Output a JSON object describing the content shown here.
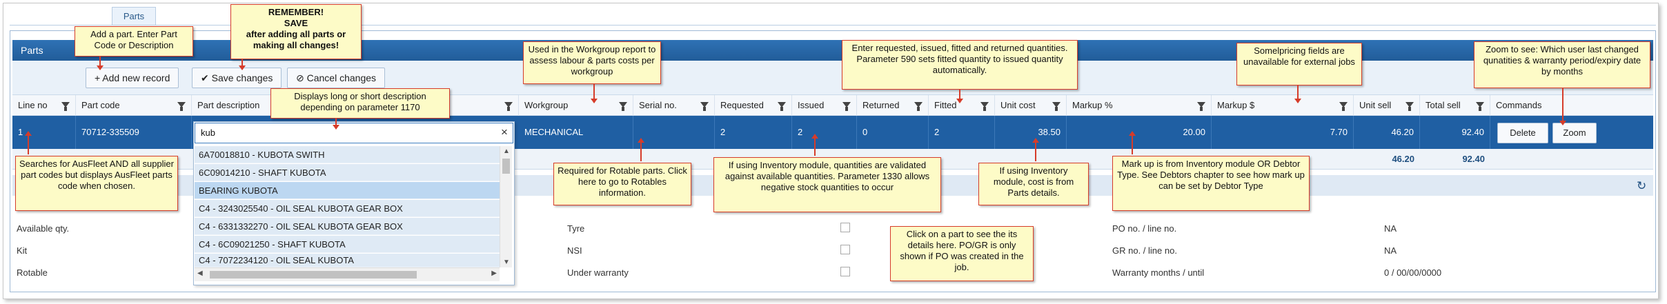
{
  "tab": {
    "parts": "Parts"
  },
  "panel": {
    "title": "Parts"
  },
  "toolbar": {
    "add": "Add new record",
    "save": "Save changes",
    "cancel": "Cancel changes"
  },
  "columns": [
    "Line no",
    "Part code",
    "Part description",
    "Workgroup",
    "Serial no.",
    "Requested",
    "Issued",
    "Returned",
    "Fitted",
    "Unit cost",
    "Markup %",
    "Markup $",
    "Unit sell",
    "Total sell",
    "Commands"
  ],
  "row": {
    "line_no": "1",
    "part_code": "70712-335509",
    "desc_input": "kub",
    "workgroup": "MECHANICAL",
    "serial_no": "",
    "requested": "2",
    "issued": "2",
    "returned": "0",
    "fitted": "2",
    "unit_cost": "38.50",
    "markup_pct": "20.00",
    "markup_amt": "7.70",
    "unit_sell": "46.20",
    "total_sell": "92.40",
    "delete_label": "Delete",
    "zoom_label": "Zoom"
  },
  "totals": {
    "unit_sell": "46.20",
    "total_sell": "92.40"
  },
  "dropdown": {
    "clear": "×",
    "items": [
      "6A70018810 - KUBOTA SWITH",
      "6C09014210 - SHAFT KUBOTA",
      "BEARING KUBOTA",
      "C4 - 3243025540 - OIL SEAL KUBOTA GEAR BOX",
      "C4 - 6331332270 - OIL SEAL KUBOTA GEAR BOX",
      "C4 - 6C09021250 - SHAFT KUBOTA",
      "C4 - 7072234120 - OIL SEAL KUBOTA"
    ],
    "selected_index": 2
  },
  "details": {
    "title": "Line details",
    "left": [
      "Available qty.",
      "Kit",
      "Rotable"
    ],
    "mid": [
      "Tyre",
      "NSI",
      "Under warranty"
    ],
    "right_labels": [
      "PO no. / line no.",
      "GR no. / line no.",
      "Warranty months / until"
    ],
    "right_values": [
      "NA",
      "NA",
      "0 / 00/00/0000"
    ]
  },
  "notes": {
    "add": "Add a part. Enter Part Code or Description",
    "remember_title": "REMEMBER!",
    "remember_save": "SAVE",
    "remember_body": "after adding all parts or making all changes!",
    "desc": "Displays long or short description depending on parameter 1170",
    "workgroup": "Used in the Workgroup report to assess labour & parts costs per workgroup",
    "requested": "Enter requested, issued, fitted and returned quantities. Parameter 590 sets fitted quantity to issued quantity automatically.",
    "pricing": "Somelpricing fields are unavailable for external jobs",
    "zoom": "Zoom to see: Which user last changed qunatities & warranty period/expiry date by months",
    "search": "Searches for AusFleet AND all supplier part codes but displays AusFleet parts code when chosen.",
    "rotable": "Required for Rotable parts. Click here to go to Rotables information.",
    "inventory_qty": "If using Inventory module, quantities are validated against available quantities. Parameter 1330 allows negative stock quantities to occur",
    "inventory_cost": "If using Inventory module, cost is from Parts details.",
    "markup": "Mark up is from Inventory module OR Debtor Type.  See Debtors chapter to see how mark up can be set by Debtor Type",
    "click_part": "Click on a part to see the its details here. PO/GR is only shown if PO was created in the job."
  },
  "colors": {
    "accent": "#1f5fa3",
    "note_border": "#d63c2a",
    "note_bg": "#fdfbc7"
  }
}
